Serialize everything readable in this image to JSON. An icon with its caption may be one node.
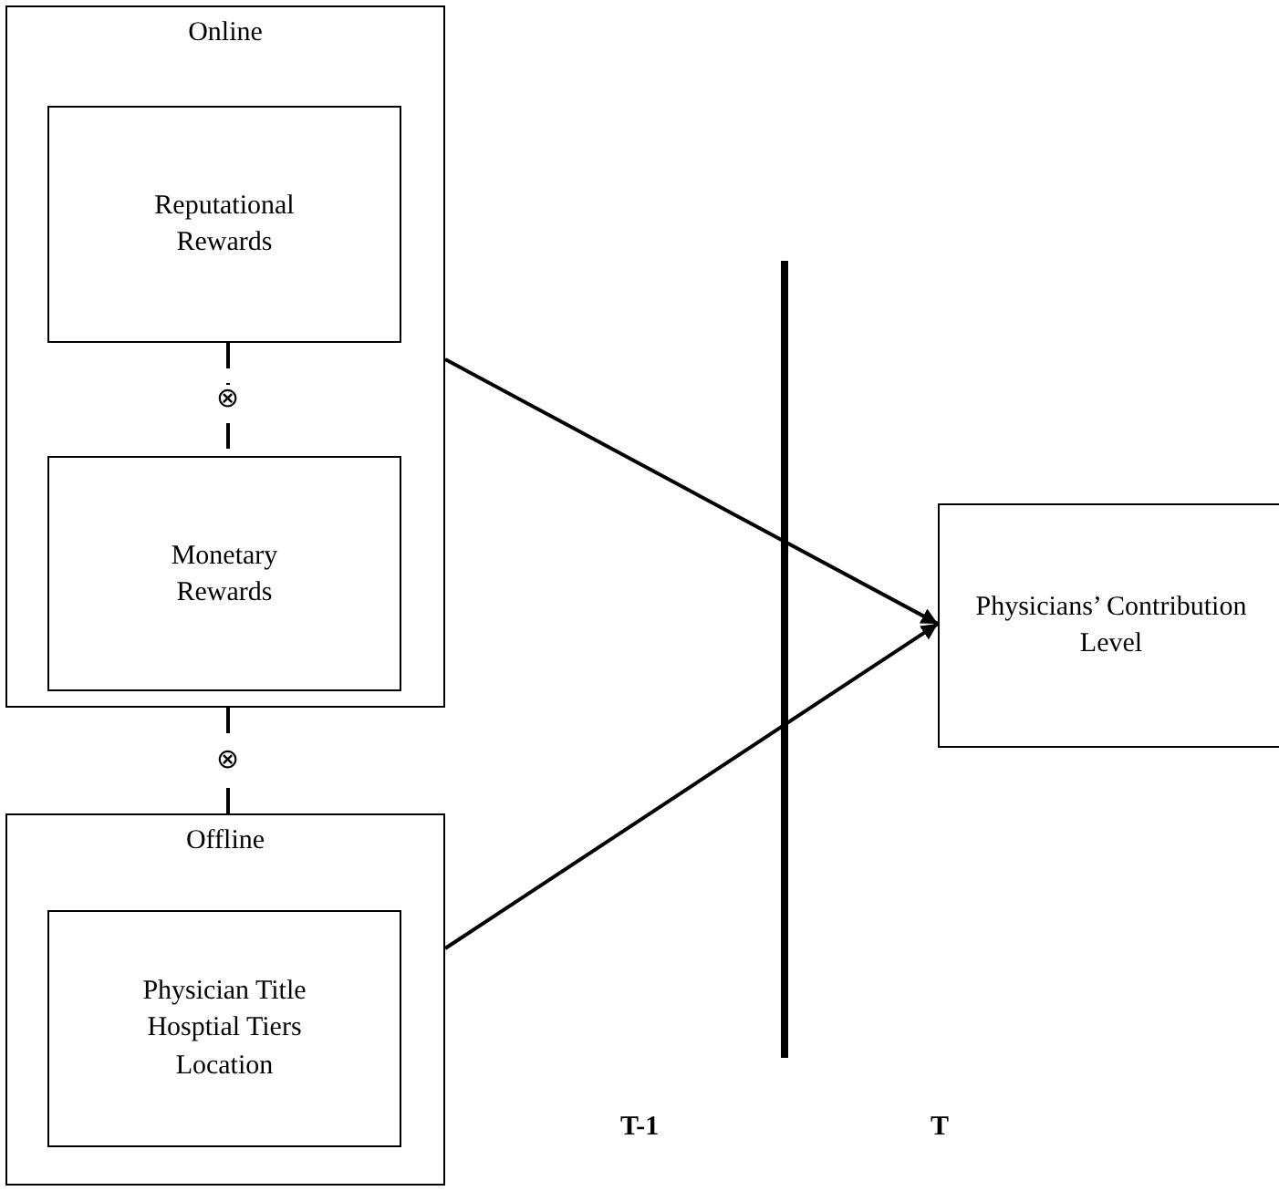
{
  "diagram": {
    "nodes": [
      {
        "text": [
          "Online"
        ]
      },
      {
        "text": [
          "Reputational Rewards"
        ],
        "in": 0
      },
      {
        "text": [
          "Monetary Rewards"
        ],
        "in": 0
      },
      {
        "text": [
          "Offline"
        ]
      },
      {
        "text": [
          "Physician Title Hosptial Tiers Location"
        ],
        "in": 3
      },
      {
        "text": [
          "Physicians’ Contribution Level"
        ]
      }
    ],
    "edges": [
      {
        "from": 1,
        "to": 2,
        "arrow": "none",
        "style": "dashed",
        "label": "⊗"
      },
      {
        "from": 0,
        "to": 3,
        "arrow": "none",
        "style": "dashed",
        "label": "⊗"
      },
      {
        "from": 0,
        "to": 5,
        "arrow": "to"
      },
      {
        "from": 3,
        "to": 5,
        "arrow": "to"
      }
    ],
    "labels": [
      "T-1",
      "T"
    ]
  }
}
